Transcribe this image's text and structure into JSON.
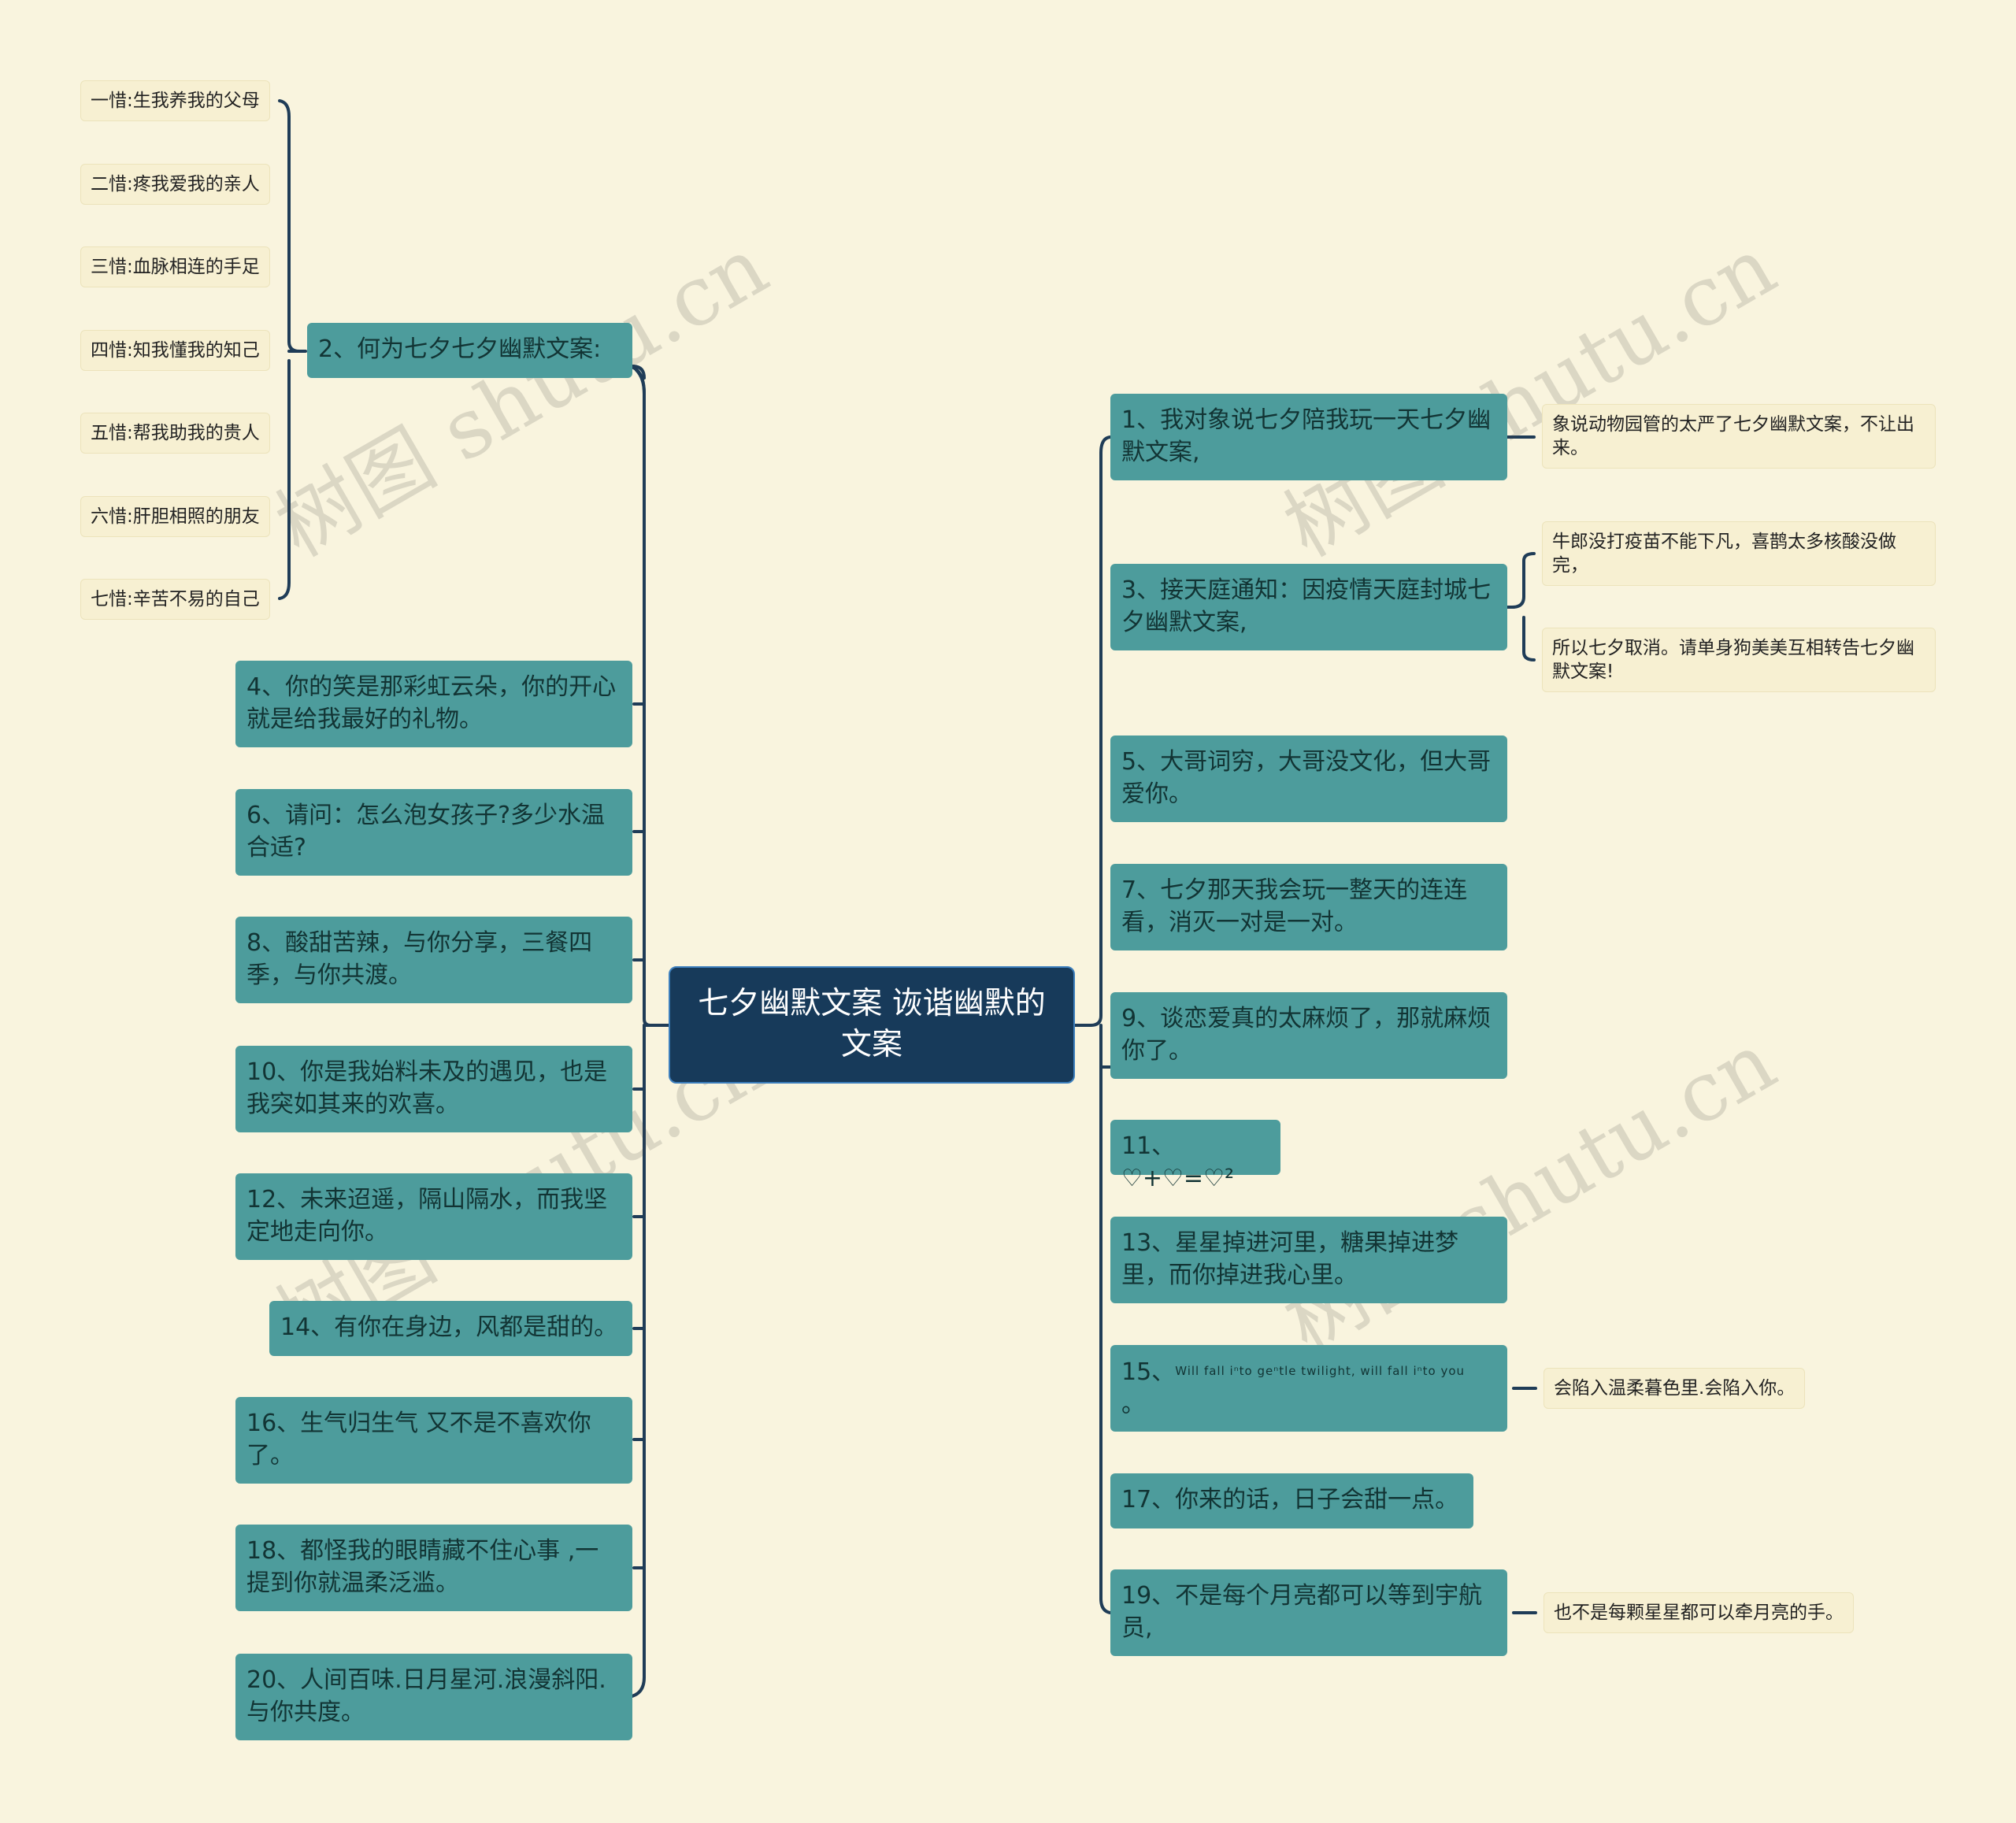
{
  "center": "七夕幽默文案 诙谐幽默的文案",
  "watermark": "树图 shutu.cn",
  "left": {
    "n2": "2、何为七夕七夕幽默文案:",
    "n2_children": [
      "一惜:生我养我的父母",
      "二惜:疼我爱我的亲人",
      "三惜:血脉相连的手足",
      "四惜:知我懂我的知己",
      "五惜:帮我助我的贵人",
      "六惜:肝胆相照的朋友",
      "七惜:辛苦不易的自己"
    ],
    "n4": "4、你的笑是那彩虹云朵，你的开心就是给我最好的礼物。",
    "n6": "6、请问：怎么泡女孩子?多少水温合适?",
    "n8": "8、酸甜苦辣，与你分享，三餐四季，与你共渡。",
    "n10": "10、你是我始料未及的遇见，也是我突如其来的欢喜。",
    "n12": "12、未来迢遥，隔山隔水，而我坚定地走向你。",
    "n14": "14、有你在身边，风都是甜的。",
    "n16": "16、生气归生气 又不是不喜欢你了。",
    "n18": "18、都怪我的眼睛藏不住心事 ,一提到你就温柔泛滥。",
    "n20": "20、人间百味.日月星河.浪漫斜阳.与你共度。"
  },
  "right": {
    "n1": "1、我对象说七夕陪我玩一天七夕幽默文案,",
    "n1_child": "象说动物园管的太严了七夕幽默文案，不让出来。",
    "n3": "3、接天庭通知：因疫情天庭封城七夕幽默文案,",
    "n3_children": [
      "牛郎没打疫苗不能下凡，喜鹊太多核酸没做完，",
      "所以七夕取消。请单身狗美美互相转告七夕幽默文案!"
    ],
    "n5": "5、大哥词穷，大哥没文化，但大哥爱你。",
    "n7": "7、七夕那天我会玩一整天的连连看，消灭一对是一对。",
    "n9": "9、谈恋爱真的太麻烦了，那就麻烦你了。",
    "n11": "11、♡+♡=♡²",
    "n13": "13、星星掉进河里，糖果掉进梦里，而你掉进我心里。",
    "n15_prefix": "15、",
    "n15_tiny": "Will fall iⁿto geⁿtle twilight, will fall iⁿto you",
    "n15_suffix": "。",
    "n15_child": "会陷入温柔暮色里.会陷入你。",
    "n17": "17、你来的话，日子会甜一点。",
    "n19": "19、不是每个月亮都可以等到宇航员,",
    "n19_child": "也不是每颗星星都可以牵月亮的手。"
  },
  "colors": {
    "background": "#f9f4de",
    "center_fill": "#173a5a",
    "main_fill": "#4d9c9c",
    "leaf_fill": "#f7f0d2",
    "line": "#1f3c57"
  }
}
